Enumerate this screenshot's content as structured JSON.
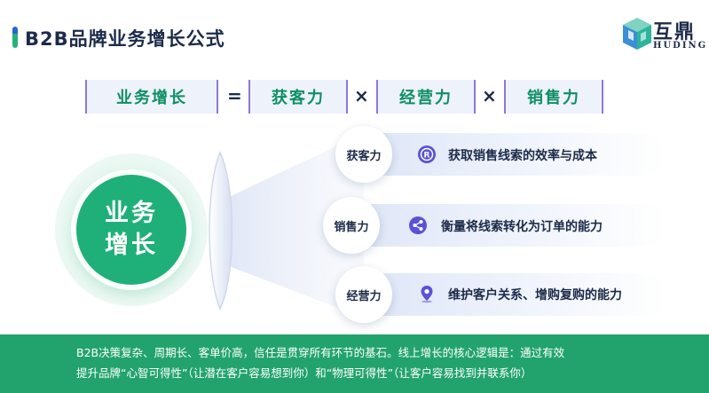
{
  "header": {
    "title": "B2B品牌业务增长公式",
    "logo_text": "互鼎",
    "logo_sub": "HUDING"
  },
  "formula": {
    "terms": [
      "业务增长",
      "获客力",
      "经营力",
      "销售力"
    ],
    "operators": [
      "=",
      "×",
      "×"
    ]
  },
  "center": {
    "line1": "业务",
    "line2": "增长"
  },
  "branches": [
    {
      "node": "获客力",
      "icon": "registered-icon",
      "text": "获取销售线索的效率与成本"
    },
    {
      "node": "销售力",
      "icon": "share-icon",
      "text": "衡量将线索转化为订单的能力"
    },
    {
      "node": "经营力",
      "icon": "location-pin-icon",
      "text": "维护客户关系、增购复购的能力"
    }
  ],
  "footer": {
    "line1": "B2B决策复杂、周期长、客单价高，信任是贯穿所有环节的基石。线上增长的核心逻辑是：通过有效",
    "line2": "提升品牌“心智可得性”（让潜在客户容易想到你）和“物理可得性”（让客户容易找到并联系你）"
  },
  "colors": {
    "green": "#1fb079",
    "footer_green": "#22a36d",
    "navy": "#1c2b4a",
    "purple": "#8e77d9",
    "formula_bg": "#eef2fb"
  }
}
